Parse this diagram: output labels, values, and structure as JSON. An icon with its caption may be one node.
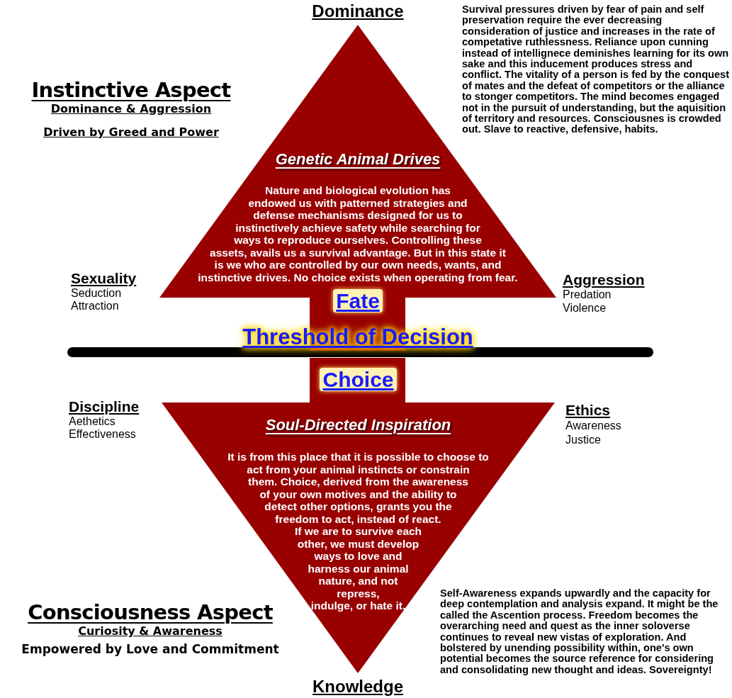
{
  "diagram": {
    "nodes": [
      {
        "text": [
          "Genetic Animal Drives",
          "Nature and biological evolution has endowed us with patterned strategies and defense mechanisms designed for us to instinctively achieve safety while searching for ways to reproduce ourselves. Controlling these assets, avails us a survival advantage. But in this state it is we who are controlled by our own needs, wants, and instinctive drives. No choice exists when operating from fear.",
          "Fate"
        ],
        "beside": [
          "Dominance"
        ]
      },
      {
        "text": [
          "Choice",
          "Soul-Directed Inspiration",
          "It is from this place that it is possible to choose to act from your animal instincts or constrain them. Choice, derived from the awareness of your own motives and the ability to detect other options, grants you the freedom to act, instead of react. If we are to survive each other, we must develop ways to love and harness our animal nature, and not repress, indulge, or hate it."
        ],
        "beside": [
          "Knowledge"
        ]
      }
    ],
    "labels": [
      "Survival pressures driven by fear of pain and self preservation require the ever decreasing consideration of justice and increases in the rate of competative ruthlessness. Reliance upon cunning instead of intellignece deminishes learning for its own sake and this inducement produces stress and conflict. The vitality of a person is fed by the conquest of mates and the defeat  of competitors or the alliance to stonger competitors.  The mind becomes engaged not in the pursuit of understanding, but the aquisition of territory and resources. Consciousnes is crowded out. Slave to reactive, defensive, habits.",
      "Instinctive Aspect",
      "Dominance & Aggression",
      "Driven by Greed and Power",
      "Sexuality",
      "Seduction",
      "Attraction",
      "Aggression",
      "Predation",
      "Violence",
      "Threshold of Decision",
      "Discipline",
      "Aethetics",
      "Effectiveness",
      "Ethics",
      "Awareness",
      "Justice",
      "Self-Awareness expands upwardly and the capacity for deep contemplation and analysis expand. It might be the called the Ascention process. Freedom becomes the overarching need and quest as the inner soloverse continues to reveal new vistas of exploration. And bolstered by unending possibility within, one's own potential becomes the source reference for considering and consolidating new thought and ideas. Sovereignty!",
      "Consciousness Aspect",
      "Curiosity & Awareness",
      "Empowered by Love and Commitment"
    ]
  }
}
